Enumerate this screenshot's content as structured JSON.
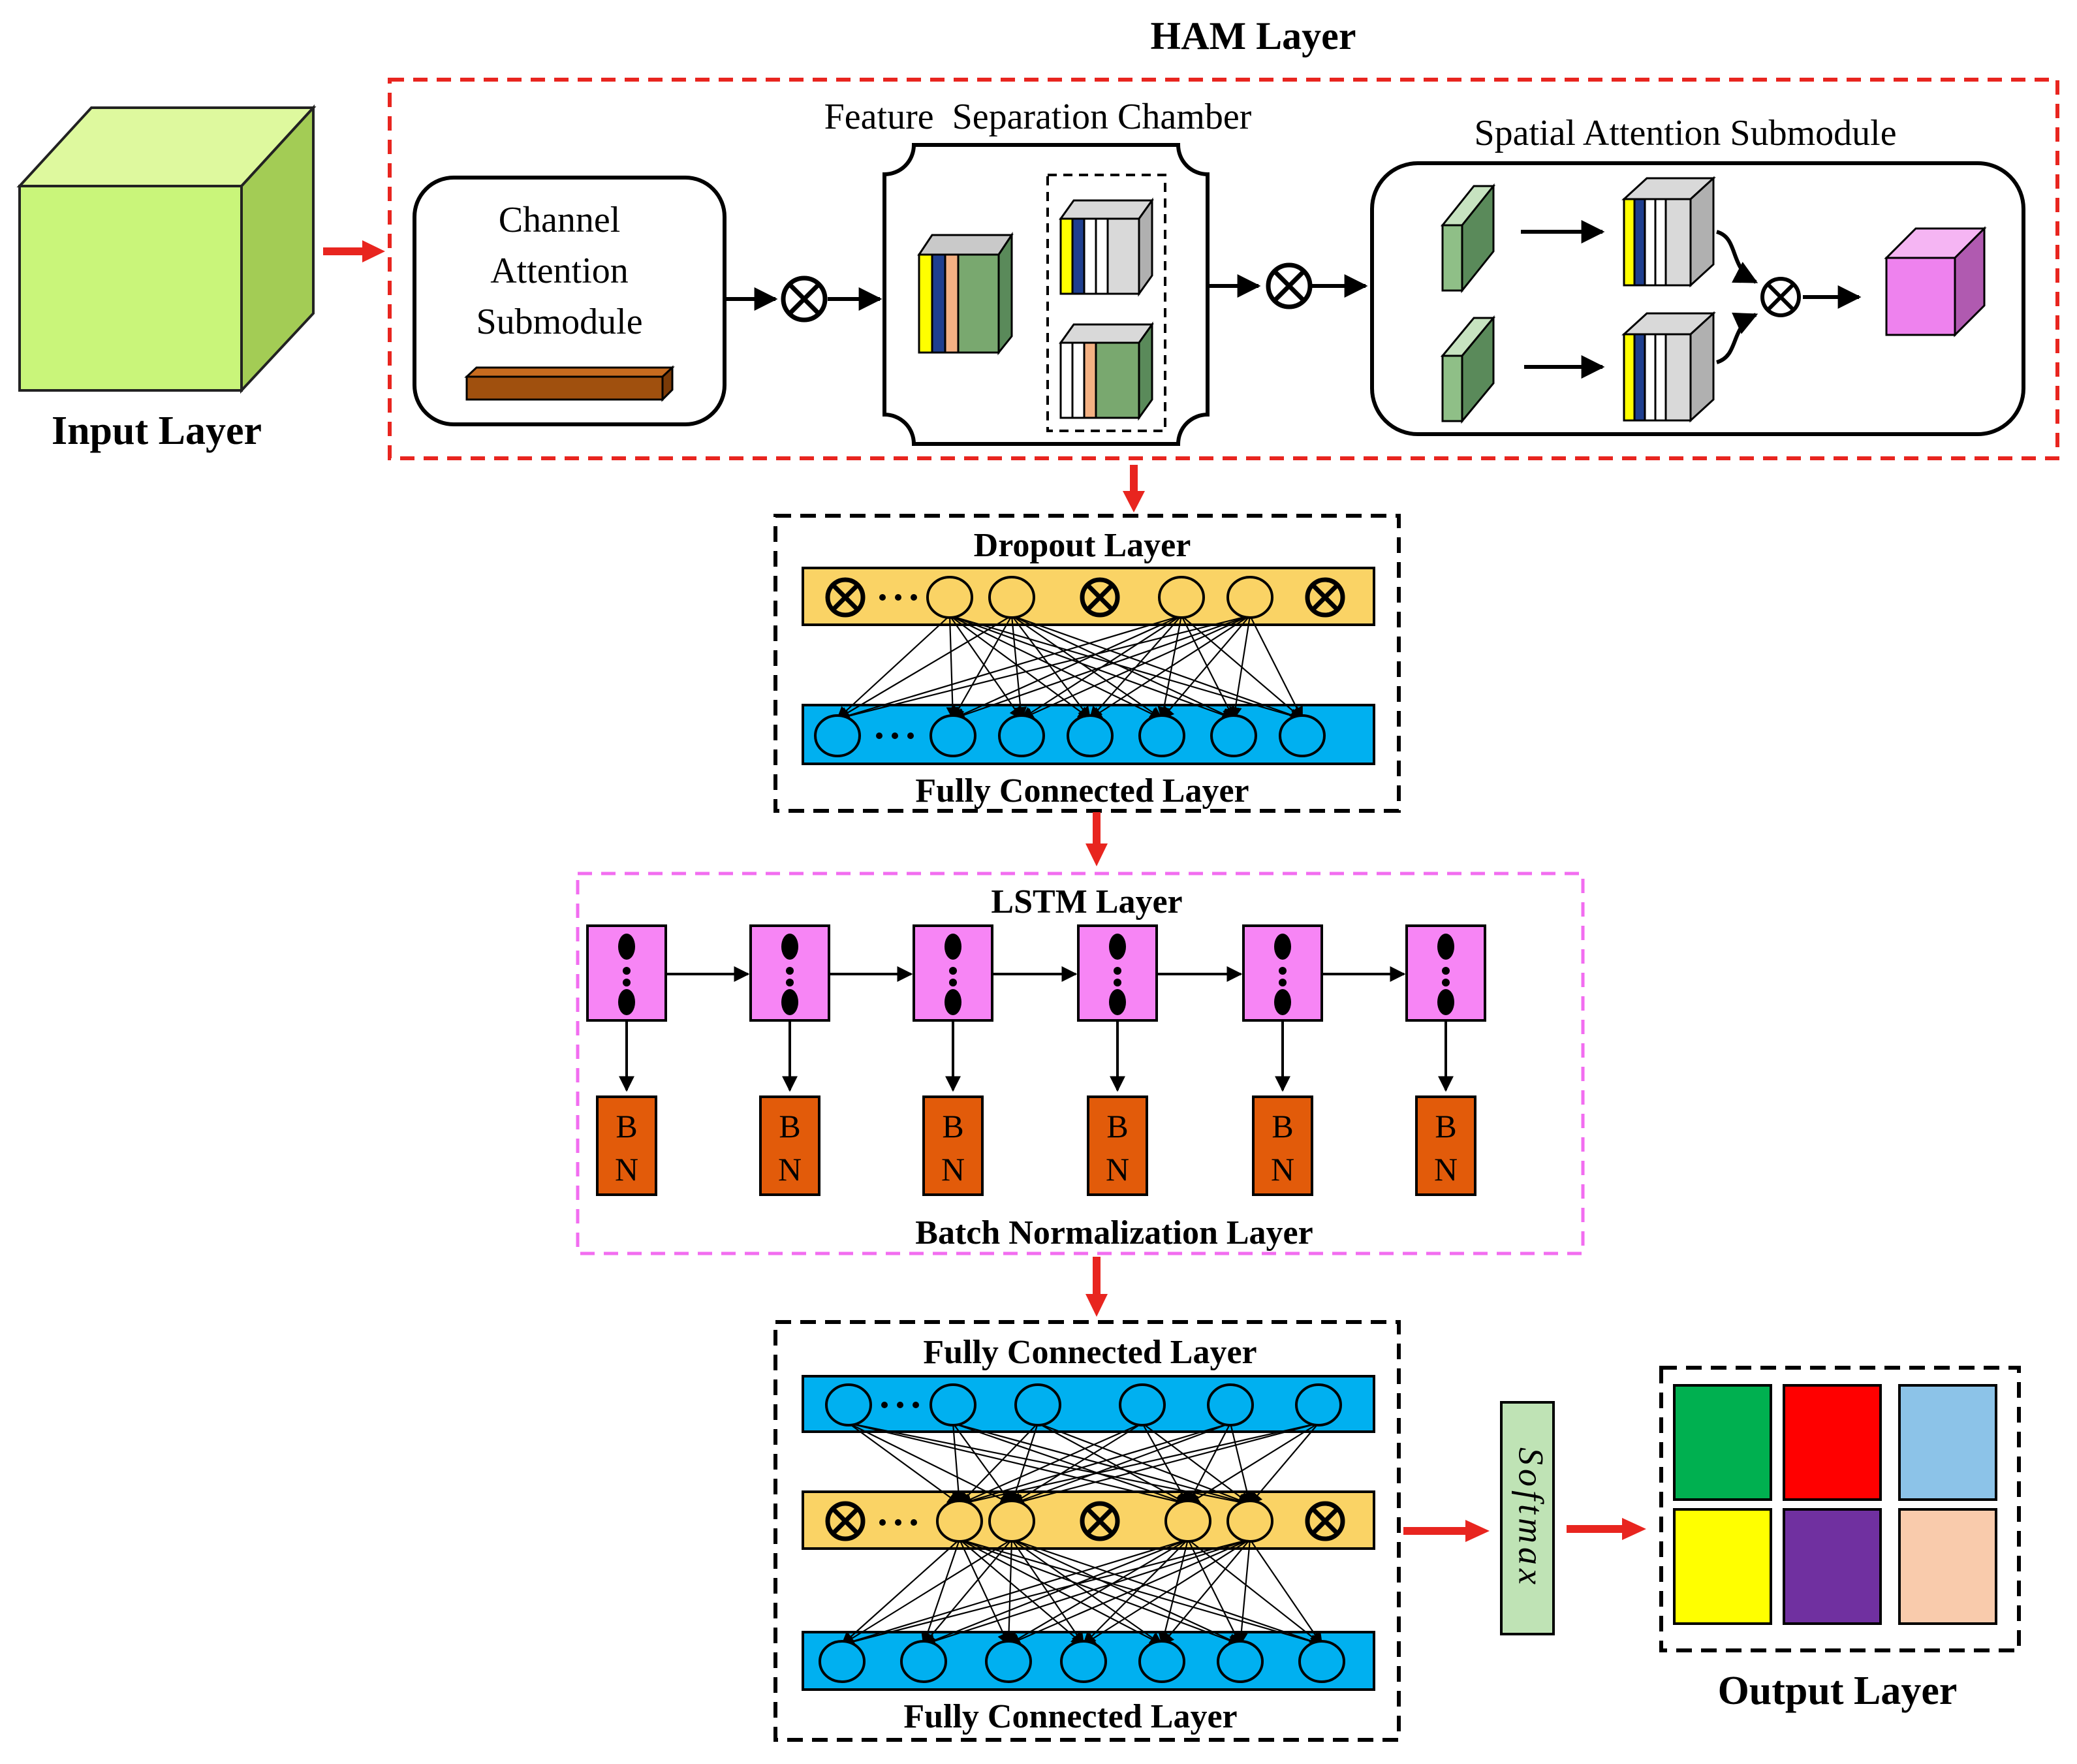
{
  "ham": {
    "title": "HAM Layer",
    "channel_lines": [
      "Channel",
      "Attention",
      "Submodule"
    ],
    "feature_sep_title": "Feature  Separation Chamber",
    "spatial_title": "Spatial Attention Submodule"
  },
  "input_label": "Input Layer",
  "dropout_block": {
    "top_label": "Dropout Layer",
    "bottom_label": "Fully Connected Layer"
  },
  "lstm_block": {
    "top_label": "LSTM Layer",
    "bottom_label": "Batch Normalization Layer",
    "cell_count": 6,
    "bn_lines": [
      "B",
      "N"
    ]
  },
  "fc_block": {
    "top_label": "Fully Connected Layer",
    "bottom_label": "Fully Connected Layer"
  },
  "softmax_label": "Softmax",
  "output_label": "Output Layer",
  "symbols": {
    "multiply": "⊗",
    "ellipsis": "···"
  },
  "colors": {
    "ham_border": "#e8251f",
    "flow_arrow": "#e8251f",
    "lstm_border": "#f26df0",
    "input_cube": "#c9f57a",
    "fc_bar": "#00b0f0",
    "dropout_bar": "#fad365",
    "lstm_cell": "#f785f5",
    "bn_cell": "#e25b0a",
    "softmax_box": "#bfe3b5",
    "output_cube": "#ee82ee",
    "output_classes": [
      "#00b050",
      "#ff0000",
      "#8cc3e8",
      "#ffff00",
      "#7030a0",
      "#f9cbac"
    ]
  }
}
